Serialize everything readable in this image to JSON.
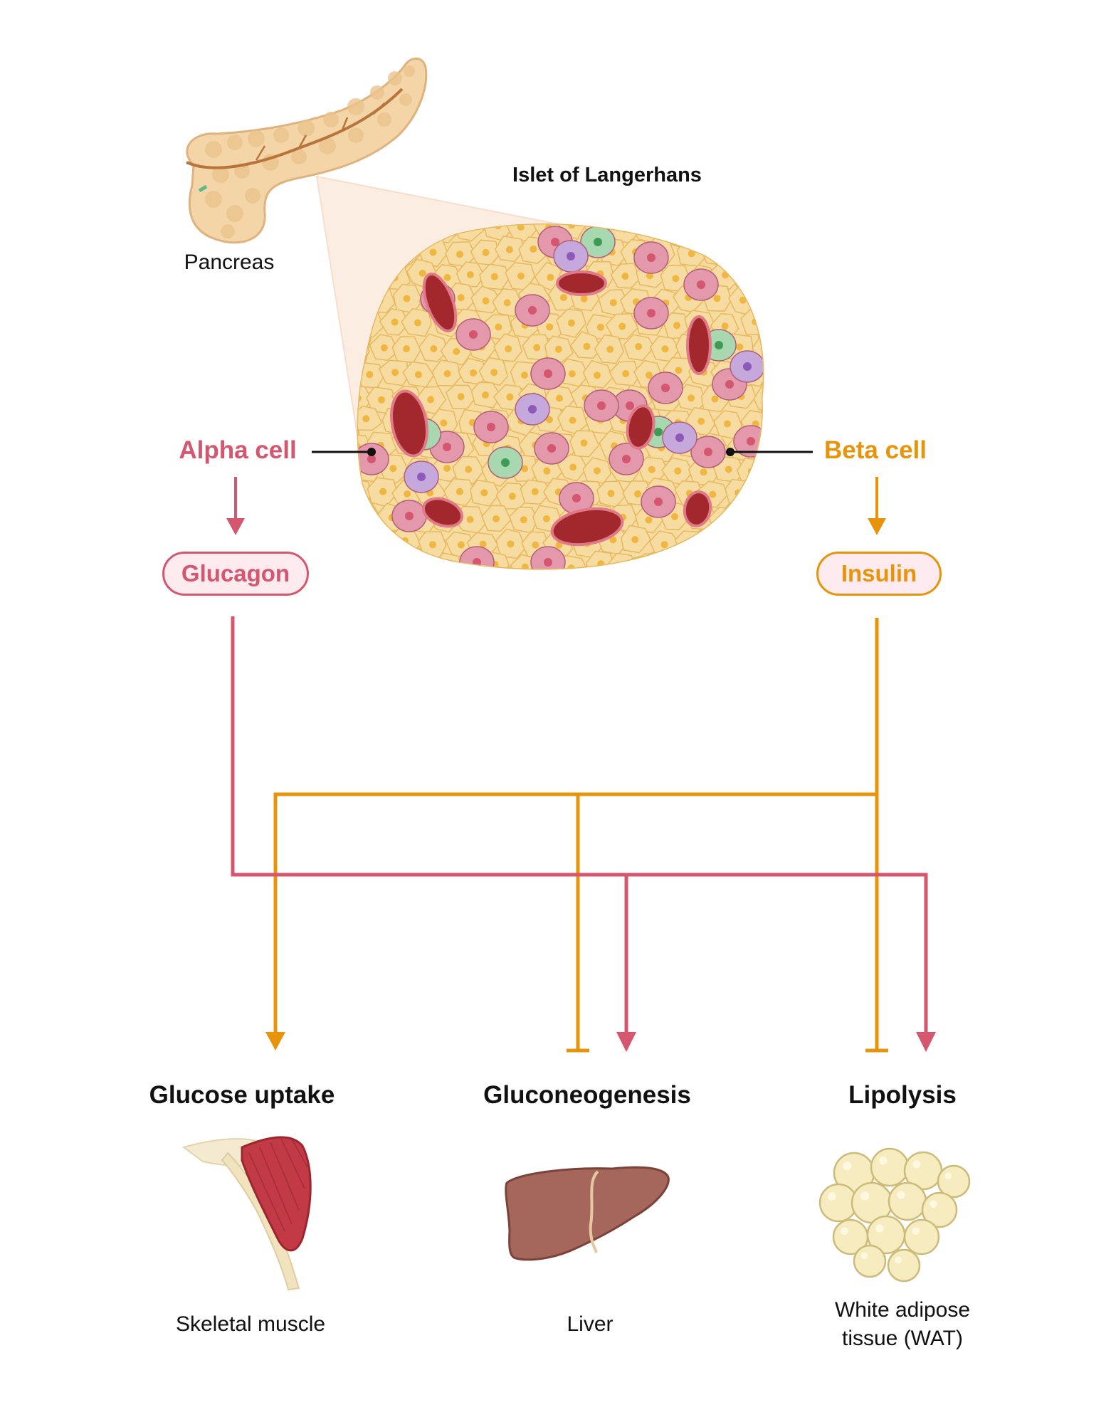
{
  "colors": {
    "alpha": "#d4566f",
    "beta": "#e8940a",
    "pill_fill": "#fdebef",
    "alpha_cell_fill": "#e398ac",
    "beta_cell_fill": "#f6dca0",
    "delta_cell_fill": "#a8d8b0",
    "pp_cell_fill": "#c5a8dc",
    "capillary_fill": "#a2282e"
  },
  "labels": {
    "pancreas": "Pancreas",
    "islet": "Islet of Langerhans",
    "alpha_cell": "Alpha cell",
    "beta_cell": "Beta cell",
    "glucagon": "Glucagon",
    "insulin": "Insulin"
  },
  "outcomes": {
    "glucose_uptake": "Glucose uptake",
    "gluconeogenesis": "Gluconeogenesis",
    "lipolysis": "Lipolysis"
  },
  "tissues": {
    "muscle": "Skeletal muscle",
    "liver": "Liver",
    "wat_line1": "White adipose",
    "wat_line2": "tissue (WAT)"
  },
  "icons": [
    "pancreas-icon",
    "islet-icon",
    "muscle-icon",
    "liver-icon",
    "adipose-icon"
  ]
}
